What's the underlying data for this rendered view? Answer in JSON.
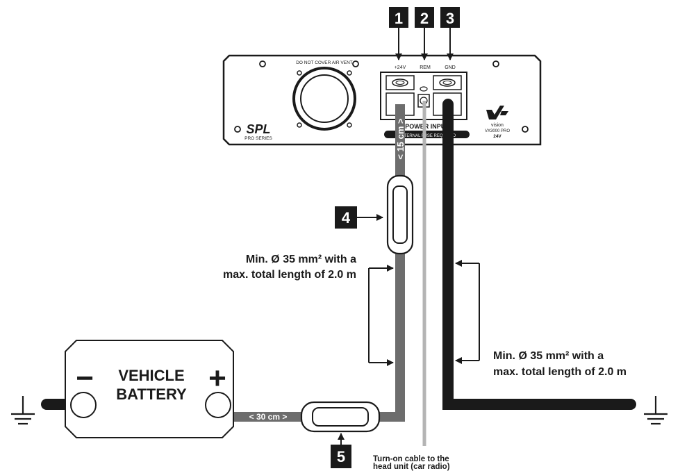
{
  "badges": {
    "b1": "1",
    "b2": "2",
    "b3": "3",
    "b4": "4",
    "b5": "5"
  },
  "amplifier": {
    "vent_label": "DO NOT COVER AIR VENT",
    "terminal_plus": "+24V",
    "terminal_rem": "REM",
    "terminal_gnd": "GND",
    "power_input": "POWER INPUT",
    "fuse_note": "EXTERNAL FUSE REQUIRED",
    "logo_spl": "SPL",
    "logo_series": "PRO SERIES",
    "brand": "vision",
    "model": "VX3000 PRO",
    "voltage": "24V"
  },
  "labels": {
    "len_15": "< 15 cm >",
    "len_30": "< 30 cm >",
    "cable_left_1": "Min. Ø 35 mm² with a",
    "cable_left_2": "max. total length of 2.0 m",
    "cable_right_1": "Min. Ø 35 mm² with a",
    "cable_right_2": "max. total length of 2.0 m",
    "turnon_1": "Turn-on cable to the",
    "turnon_2": "head unit (car radio)"
  },
  "battery": {
    "line1": "VEHICLE",
    "line2": "BATTERY",
    "minus": "−",
    "plus": "+"
  },
  "colors": {
    "plus_cable": "#6d6d6d",
    "gnd_cable": "#1a1a1a",
    "rem_cable": "#b4b4b4",
    "badge": "#1a1a1a"
  }
}
